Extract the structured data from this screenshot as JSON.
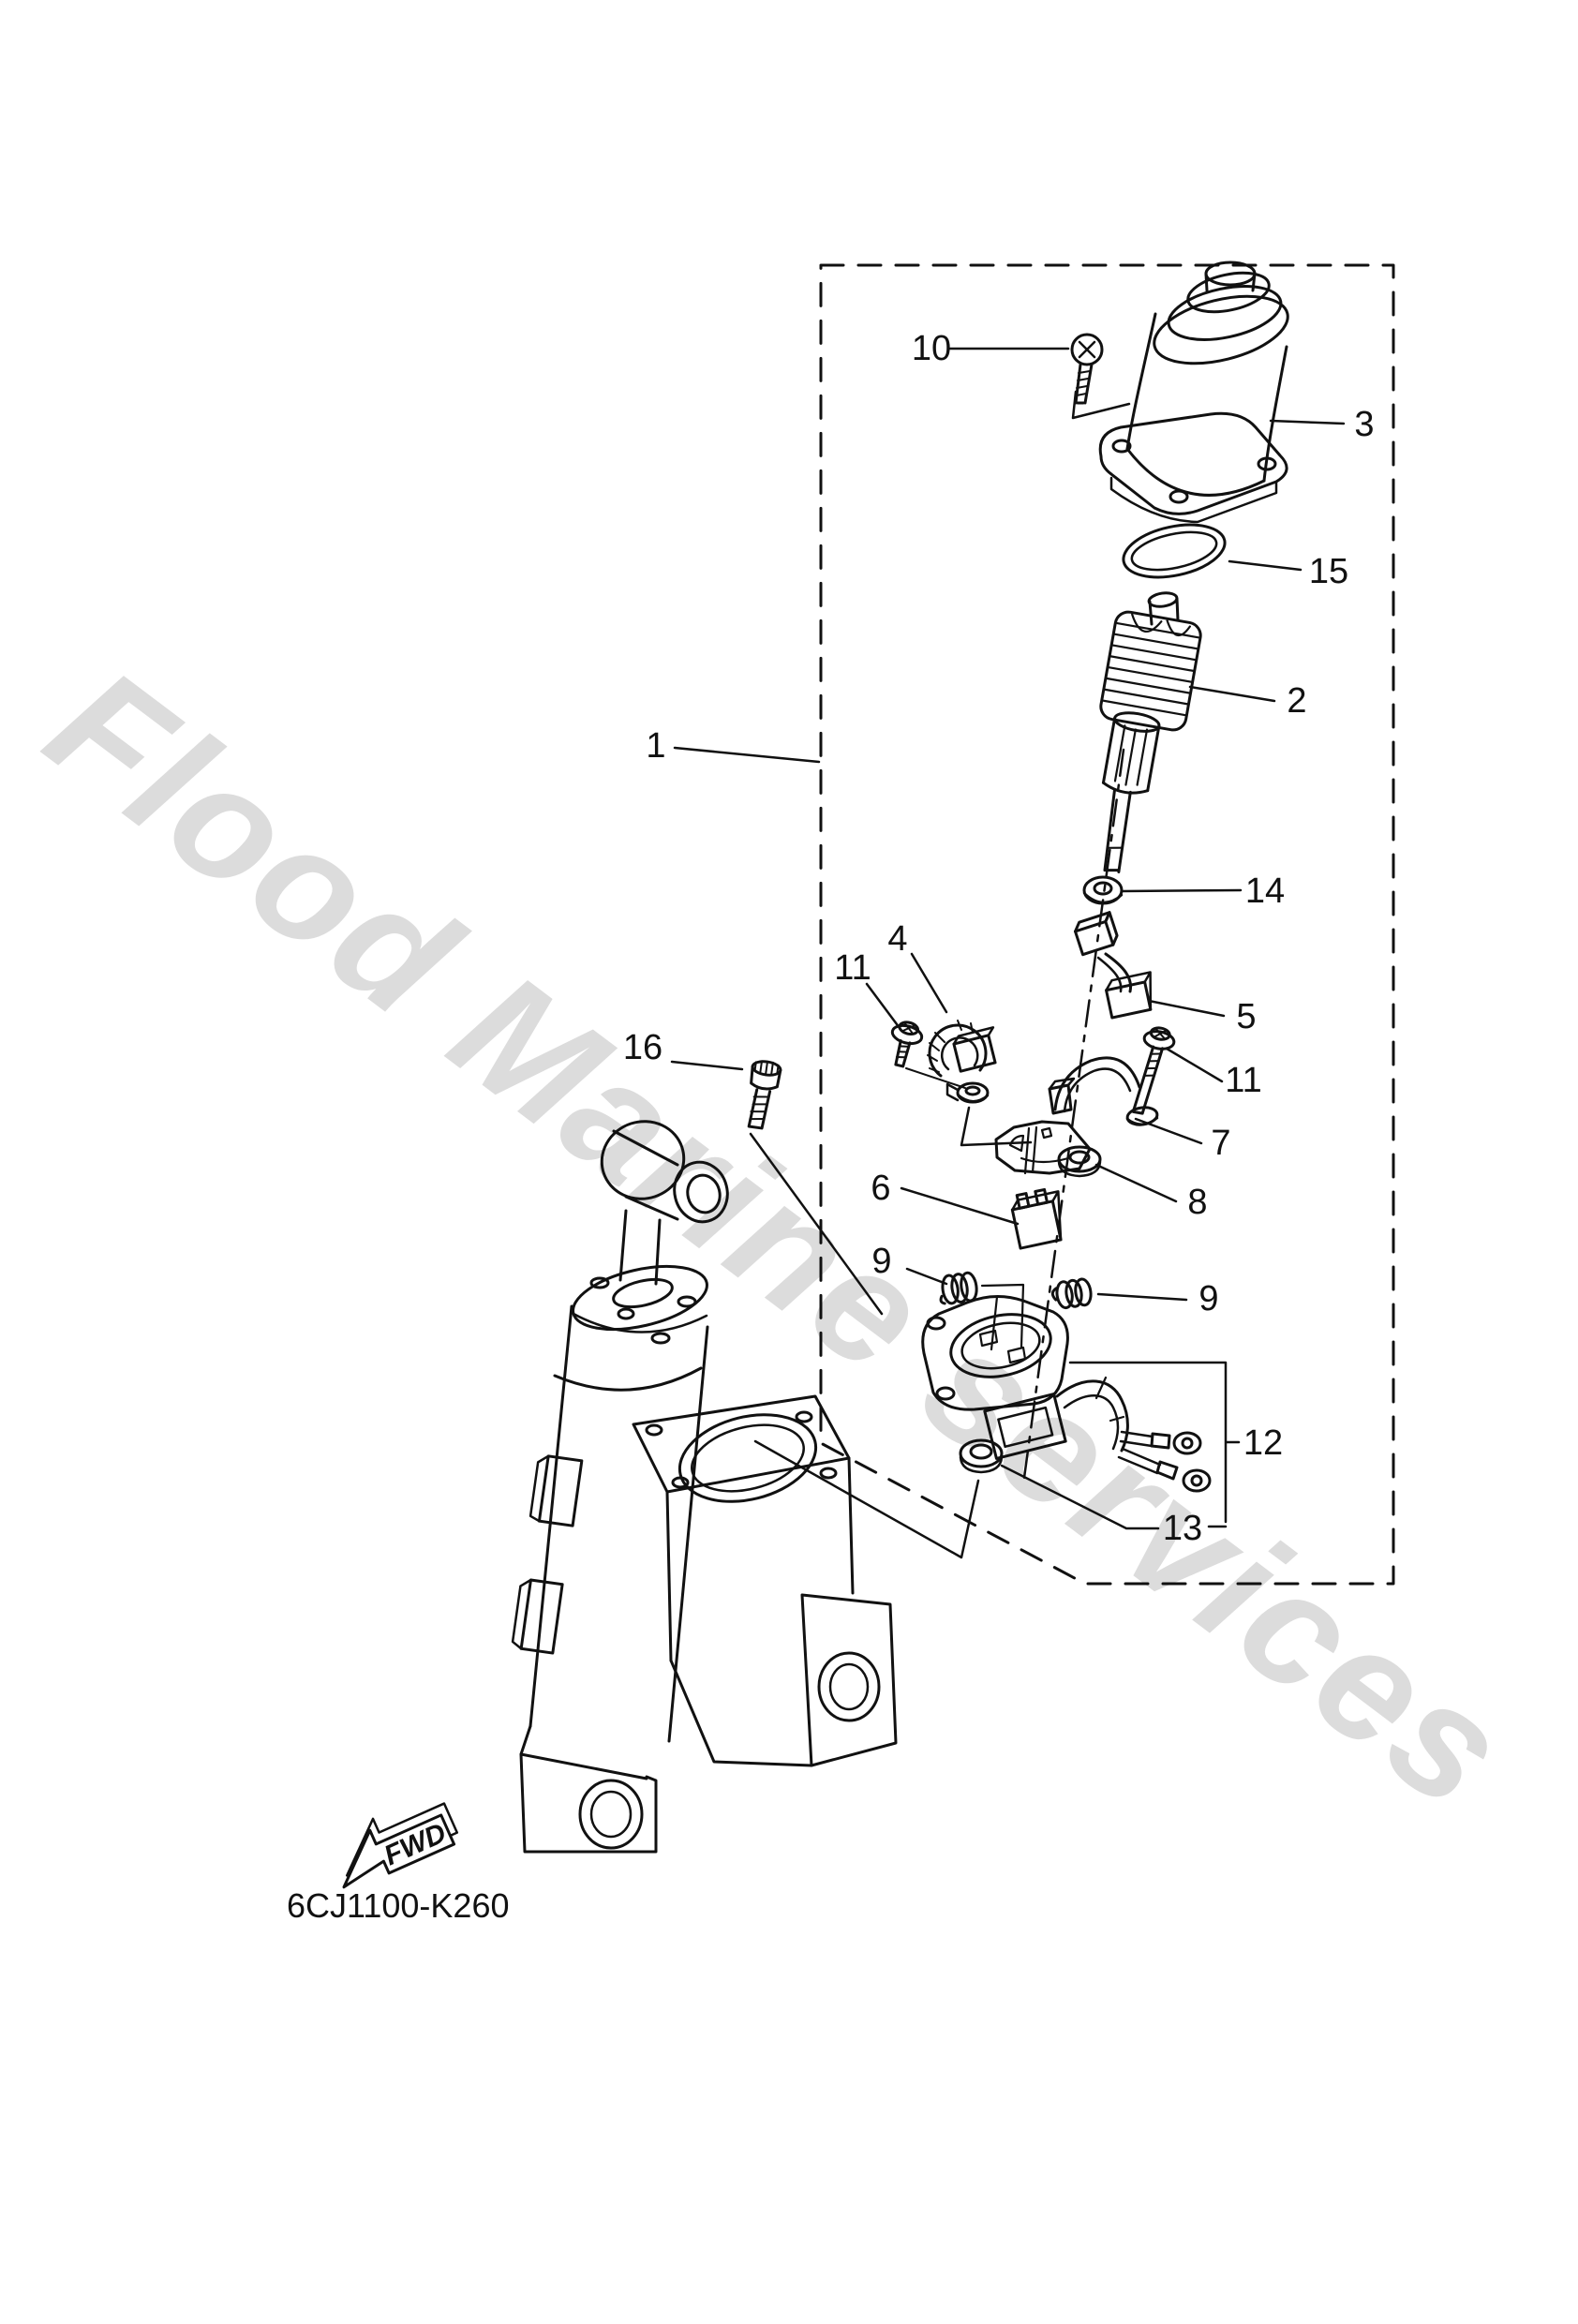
{
  "page": {
    "background_color": "#ffffff",
    "ink_color": "#111111"
  },
  "watermark": {
    "text": "Flood Marine services",
    "color": "#dcdcdc"
  },
  "figure": {
    "drawing_code": "6CJ1100-K260",
    "fwd_label": "FWD"
  },
  "callouts": [
    {
      "text": "1"
    },
    {
      "text": "2"
    },
    {
      "text": "3"
    },
    {
      "text": "4"
    },
    {
      "text": "5"
    },
    {
      "text": "6"
    },
    {
      "text": "7"
    },
    {
      "text": "8"
    },
    {
      "text": "9"
    },
    {
      "text": "9"
    },
    {
      "text": "10"
    },
    {
      "text": "11"
    },
    {
      "text": "11"
    },
    {
      "text": "12"
    },
    {
      "text": "13"
    },
    {
      "text": "14"
    },
    {
      "text": "15"
    },
    {
      "text": "16"
    }
  ]
}
